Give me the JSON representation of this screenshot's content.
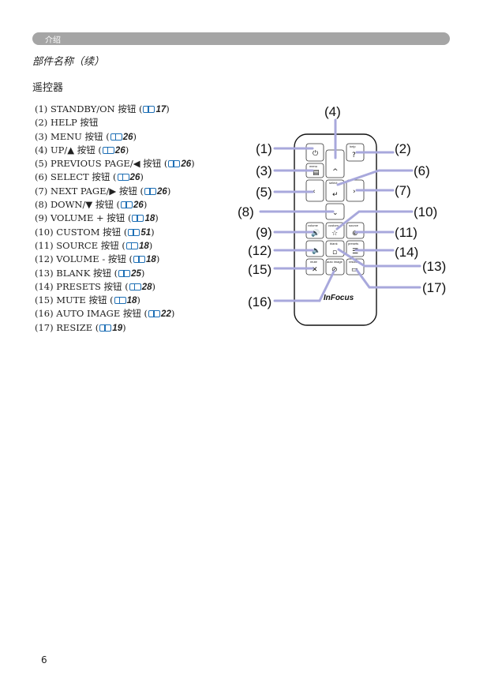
{
  "header": {
    "section": "介绍"
  },
  "subtitle": "部件名称（续）",
  "heading": "遥控器",
  "items": [
    {
      "num": "(1)",
      "label": "STANDBY/ON 按钮",
      "page": "17"
    },
    {
      "num": "(2)",
      "label": "HELP 按钮",
      "page": ""
    },
    {
      "num": "(3)",
      "label": "MENU 按钮",
      "page": "26"
    },
    {
      "num": "(4)",
      "label": "UP/▲ 按钮",
      "page": "26"
    },
    {
      "num": "(5)",
      "label": "PREVIOUS PAGE/◀ 按钮",
      "page": "26"
    },
    {
      "num": "(6)",
      "label": "SELECT 按钮",
      "page": "26"
    },
    {
      "num": "(7)",
      "label": "NEXT PAGE/▶ 按钮",
      "page": "26"
    },
    {
      "num": "(8)",
      "label": "DOWN/▼ 按钮",
      "page": "26"
    },
    {
      "num": "(9)",
      "label": "VOLUME + 按钮",
      "page": "18"
    },
    {
      "num": "(10)",
      "label": "CUSTOM 按钮",
      "page": "51"
    },
    {
      "num": "(11)",
      "label": "SOURCE 按钮",
      "page": "18"
    },
    {
      "num": "(12)",
      "label": "VOLUME - 按钮",
      "page": "18"
    },
    {
      "num": "(13)",
      "label": "BLANK 按钮",
      "page": "25"
    },
    {
      "num": "(14)",
      "label": "PRESETS 按钮",
      "page": "28"
    },
    {
      "num": "(15)",
      "label": "MUTE 按钮",
      "page": "18"
    },
    {
      "num": "(16)",
      "label": "AUTO IMAGE 按钮",
      "page": "22"
    },
    {
      "num": "(17)",
      "label": "RESIZE",
      "page": "19"
    }
  ],
  "remote": {
    "brand": "InFocus",
    "callouts": [
      "(1)",
      "(2)",
      "(3)",
      "(4)",
      "(5)",
      "(6)",
      "(7)",
      "(8)",
      "(9)",
      "(10)",
      "(11)",
      "(12)",
      "(13)",
      "(14)",
      "(15)",
      "(16)",
      "(17)"
    ],
    "button_labels": {
      "help": "help",
      "menu": "menu",
      "select": "select",
      "volume": "volume",
      "custom": "custom",
      "source": "source",
      "blank": "blank",
      "presets": "presets",
      "mute": "mute",
      "auto_image": "auto image",
      "resize": "resize"
    }
  },
  "page_number": "6",
  "colors": {
    "header_bar": "#a5a5a5",
    "leader_line": "#a8a8dc",
    "book_icon": "#1e6fb5"
  }
}
